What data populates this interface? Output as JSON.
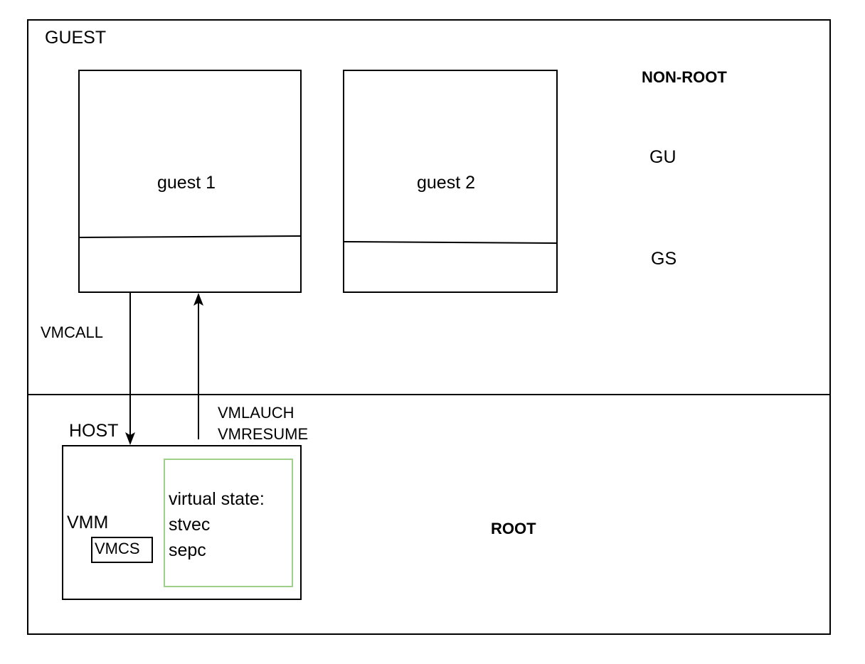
{
  "regions": {
    "guest_label": "GUEST",
    "host_label": "HOST",
    "non_root_label": "NON-ROOT",
    "root_label": "ROOT"
  },
  "guests": [
    {
      "label": "guest 1"
    },
    {
      "label": "guest 2"
    }
  ],
  "levels": {
    "user": "GU",
    "supervisor": "GS"
  },
  "transitions": {
    "exit": "VMCALL",
    "entry_line1": "VMLAUCH",
    "entry_line2": "VMRESUME"
  },
  "host": {
    "vmm_label": "VMM",
    "vmcs_label": "VMCS",
    "virtual_state": {
      "title": "virtual state:",
      "registers": [
        "stvec",
        "sepc"
      ],
      "border_color": "#9ed08a"
    }
  }
}
